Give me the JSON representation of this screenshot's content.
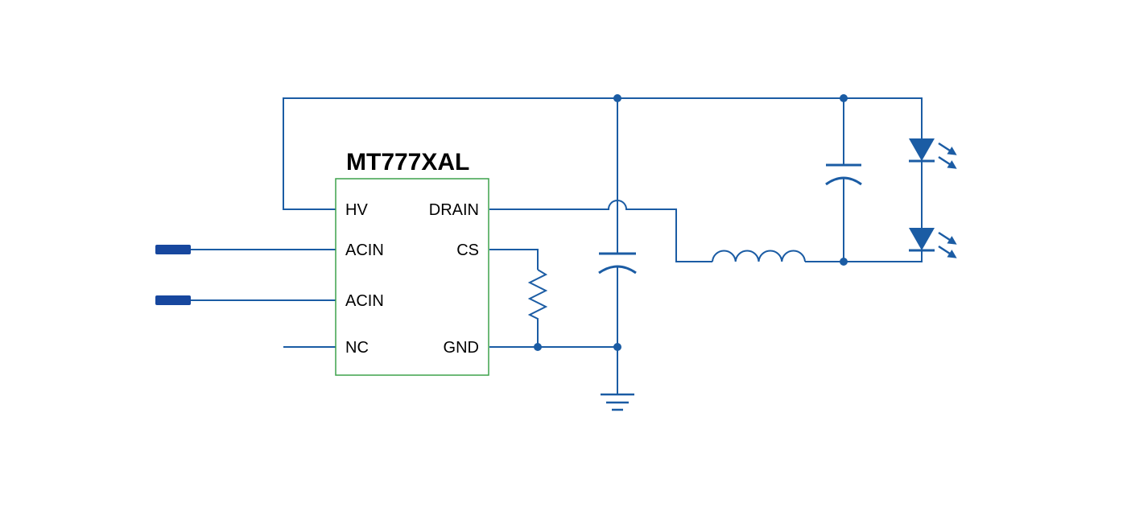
{
  "diagram": {
    "ic": {
      "title": "MT777XAL",
      "left_pins": [
        "HV",
        "ACIN",
        "ACIN",
        "NC"
      ],
      "right_pins": [
        "DRAIN",
        "CS",
        "GND"
      ]
    }
  },
  "colors": {
    "background": "#ffffff",
    "wire": "#1b5ca4",
    "terminal": "#17479e",
    "ic_border": "#3da24b",
    "text": "#000000"
  }
}
